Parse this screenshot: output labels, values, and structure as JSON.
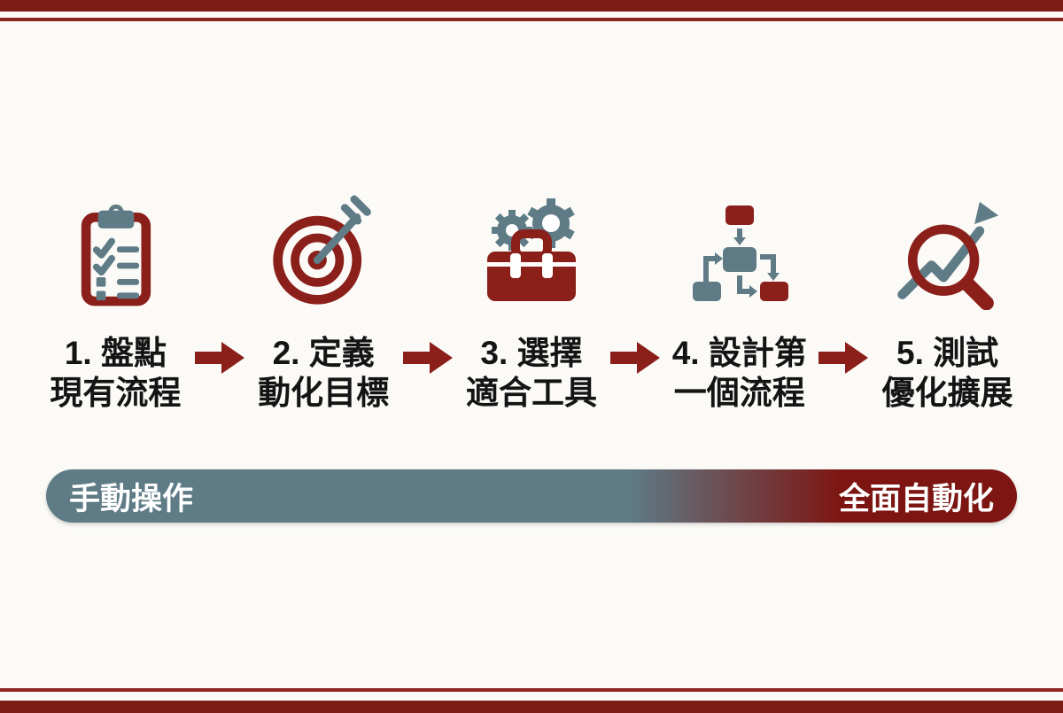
{
  "colors": {
    "accent_red": "#8b1f1a",
    "slate_blue": "#5e7b86",
    "bar_red": "#7d1512",
    "border_red": "#7b1c17",
    "thin_line_red": "#8d2620",
    "text_black": "#141414",
    "bg": "#fbfaf7"
  },
  "steps": [
    {
      "icon": "clipboard-checklist-icon",
      "line1": "1. 盤點",
      "line2": "現有流程"
    },
    {
      "icon": "target-dart-icon",
      "line1": "2. 定義",
      "line2": "動化目標"
    },
    {
      "icon": "toolbox-gears-icon",
      "line1": "3. 選擇",
      "line2": "適合工具"
    },
    {
      "icon": "flowchart-icon",
      "line1": "4. 設計第",
      "line2": "一個流程"
    },
    {
      "icon": "magnifier-trend-icon",
      "line1": "5. 測試",
      "line2": "優化擴展"
    }
  ],
  "progress_bar": {
    "left_label": "手動操作",
    "right_label": "全面自動化"
  }
}
